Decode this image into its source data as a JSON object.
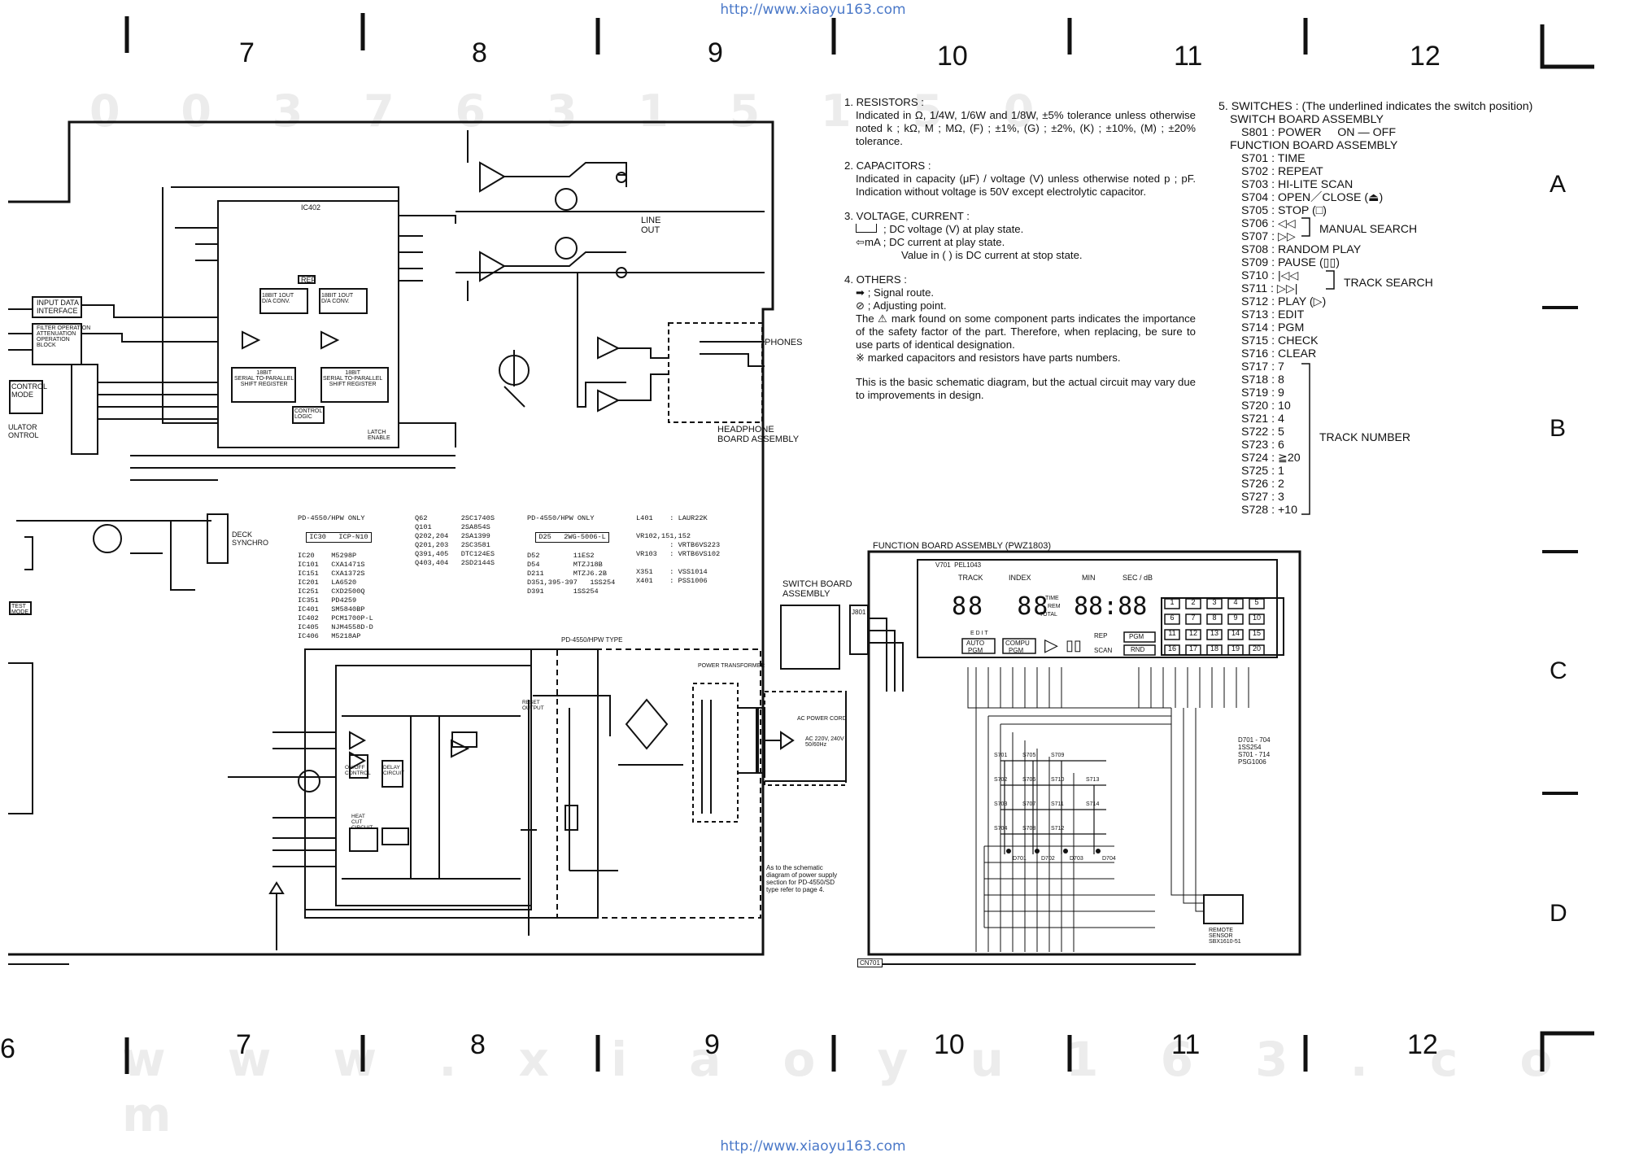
{
  "header_url": "http://www.xiaoyu163.com",
  "footer_url": "http://www.xiaoyu163.com",
  "watermark_bottom": "w w w . x i a o y u 1 6 3 . c o m",
  "watermark_top": "0 0 3 7 6 3 1 5 1 5 0",
  "column_numbers_top": [
    "7",
    "8",
    "9",
    "10",
    "11",
    "12"
  ],
  "column_numbers_bottom": [
    "6",
    "7",
    "8",
    "9",
    "10",
    "11",
    "12"
  ],
  "row_letters": [
    "A",
    "B",
    "C",
    "D"
  ],
  "notes": {
    "resistors_title": "1. RESISTORS :",
    "resistors_body": "Indicated in Ω, 1/4W, 1/6W and 1/8W, ±5% tolerance unless otherwise noted k ; kΩ, M ; MΩ, (F) ; ±1%, (G) ; ±2%, (K) ; ±10%, (M) ; ±20% tolerance.",
    "capacitors_title": "2. CAPACITORS :",
    "capacitors_body": "Indicated in capacity (μF) / voltage (V) unless otherwise noted p ; pF. Indication without voltage is 50V except electrolytic capacitor.",
    "voltage_title": "3. VOLTAGE, CURRENT :",
    "voltage_line1": "; DC voltage (V) at play state.",
    "voltage_line2": "⇦mA  ; DC current at play state.",
    "voltage_line3": "Value in ( ) is DC current at stop state.",
    "others_title": "4. OTHERS :",
    "others_line1": "➡ ; Signal route.",
    "others_line2": "⊘ ; Adjusting point.",
    "others_line3": "The ⚠ mark found on some component parts indicates the importance of the safety factor of the part. Therefore, when replacing, be sure to use parts of identical designation.",
    "others_line4": "※ marked capacitors and resistors have parts numbers.",
    "basic_note": "This is the basic schematic diagram, but the actual circuit may vary due to improvements in design."
  },
  "switches": {
    "title": "5. SWITCHES : (The underlined indicates the switch position)",
    "switch_board": "SWITCH BOARD ASSEMBLY",
    "s801": "S801 : POWER     ON — OFF",
    "function_board": "FUNCTION BOARD ASSEMBLY",
    "items": [
      "S701 : TIME",
      "S702 : REPEAT",
      "S703 : HI-LITE SCAN",
      "S704 : OPEN／CLOSE (⏏)",
      "S705 : STOP (□)",
      "S706 : ◁◁",
      "S707 : ▷▷",
      "S708 : RANDOM PLAY",
      "S709 : PAUSE (▯▯)",
      "S710 : |◁◁",
      "S711 : ▷▷|",
      "S712 : PLAY (▷)",
      "S713 : EDIT",
      "S714 : PGM",
      "S715 : CHECK",
      "S716 : CLEAR",
      "S717 : 7",
      "S718 : 8",
      "S719 : 9",
      "S720 : 10",
      "S721 : 4",
      "S722 : 5",
      "S723 : 6",
      "S724 : ≧20",
      "S725 : 1",
      "S726 : 2",
      "S727 : 3",
      "S728 : +10"
    ],
    "manual_search": "MANUAL SEARCH",
    "track_search": "TRACK SEARCH",
    "track_number": "TRACK NUMBER"
  },
  "labels": {
    "ic402": "IC402",
    "line_out": "LINE\nOUT",
    "phones": "PHONES",
    "headphone_board": "HEADPHONE\nBOARD ASSEMBLY",
    "function_board_title": "FUNCTION BOARD ASSEMBLY (PWZ1803)",
    "switch_board_title": "SWITCH BOARD\nASSEMBLY",
    "power_transformer": "POWER TRANSFORMER",
    "deck_synchro": "DECK\nSYNCHRO",
    "test_mode": "TEST\nMODE",
    "ac_power_cord": "AC POWER CORD",
    "ac_voltage": "AC 220V, 240V\n50/60Hz",
    "schematic_note": "As to the schematic\ndiagram of power supply\nsection for PD-4550/SD\ntype refer to page 4.",
    "pd4550_hpw_type": "PD-4550/HPW TYPE",
    "remote_sensor": "REMOTE\nSENSOR\nSBX1610-51",
    "v701": "V701  PEL1043",
    "fl_track": "TRACK",
    "fl_index": "INDEX",
    "fl_min": "MIN",
    "fl_sec": "SEC / dB",
    "fl_time": "TIME",
    "fl_rem": "REM",
    "fl_total": "TOTAL",
    "fl_edit": "E D I T",
    "fl_auto": "AUTO",
    "fl_compu": "COMPU",
    "fl_pgm": "PGM",
    "fl_rep": "REP",
    "fl_scan": "SCAN",
    "fl_rnd": "RND",
    "fl_digits_left": "88  88",
    "fl_digits_right": "88:88",
    "d701_note": "D701 - 704\n1SS254\nS701 - 714\nPSG1006",
    "cn701": "CN701",
    "j801": "J801",
    "interface_input": "INPUT DATA\nINTERFACE",
    "filter_op": "FILTER OPERATION\nATTENUATION\nOPERATION\nBLOCK",
    "control_mode": "CONTROL\nMODE",
    "emulator_control": "ULATOR\nONTROL",
    "serial_parallel_l": "18BIT\nSERIAL TO-PARALLEL\nSHIFT REGISTER",
    "serial_parallel_r": "18BIT\nSERIAL TO-PARALLEL\nSHIFT REGISTER",
    "da_conv_l": "18BIT 1OUT\nD/A CONV.",
    "da_conv_r": "18BIT 1OUT\nD/A CONV.",
    "control_logic": "CONTROL\nLOGIC",
    "latch_enable": "LATCH\nENABLE",
    "ref": "REF",
    "on_off_control": "ON/OFF\nCONTROL",
    "delay_circuit": "DELAY\nCIRCUIT",
    "heat_cut": "HEAT\nCUT\nCIRCUIT",
    "reset_output": "RESET\nOUTPUT",
    "keys_row1": [
      "1",
      "2",
      "3",
      "4",
      "5"
    ],
    "keys_row2": [
      "6",
      "7",
      "8",
      "9",
      "10"
    ],
    "keys_row3": [
      "11",
      "12",
      "13",
      "14",
      "15"
    ],
    "keys_row4": [
      "16",
      "17",
      "18",
      "19",
      "20"
    ],
    "switch_labels": [
      "S701",
      "S705",
      "S709",
      "S702",
      "S706",
      "S710",
      "S713",
      "S703",
      "S707",
      "S711",
      "S714",
      "S704",
      "S708",
      "S712"
    ],
    "diode_labels": [
      "D701",
      "D702",
      "D703",
      "D704"
    ]
  },
  "parts_list": {
    "col1_header": "PD-4550/HPW ONLY",
    "col1_box": "IC30   ICP-N10",
    "col1": [
      "IC20    M5298P",
      "IC101   CXA1471S",
      "IC151   CXA1372S",
      "IC201   LA6520",
      "IC251   CXD2500Q",
      "IC351   PD4259",
      "IC401   SM5840BP",
      "IC402   PCM1700P-L",
      "IC405   NJM4558D-D",
      "IC406   M5218AP"
    ],
    "col2": [
      "Q62        2SC1740S",
      "Q101       2SA854S",
      "Q202,204   2SA1399",
      "Q201,203   2SC3581",
      "Q391,405   DTC124ES",
      "Q403,404   2SD2144S"
    ],
    "col3_header": "PD-4550/HPW ONLY",
    "col3_box": "D25   2WG-5006-L",
    "col3": [
      "D52        11ES2",
      "D54        MTZJ18B",
      "D211       MTZJ6.2B",
      "D351,395-397   1SS254",
      "D391       1SS254"
    ],
    "col4": [
      "L401    : LAUR22K",
      "",
      "VR102,151,152",
      "        : VRTB6VS223",
      "VR103   : VRTB6VS102",
      "",
      "X351    : VSS1014",
      "X401    : PSS1006"
    ]
  }
}
